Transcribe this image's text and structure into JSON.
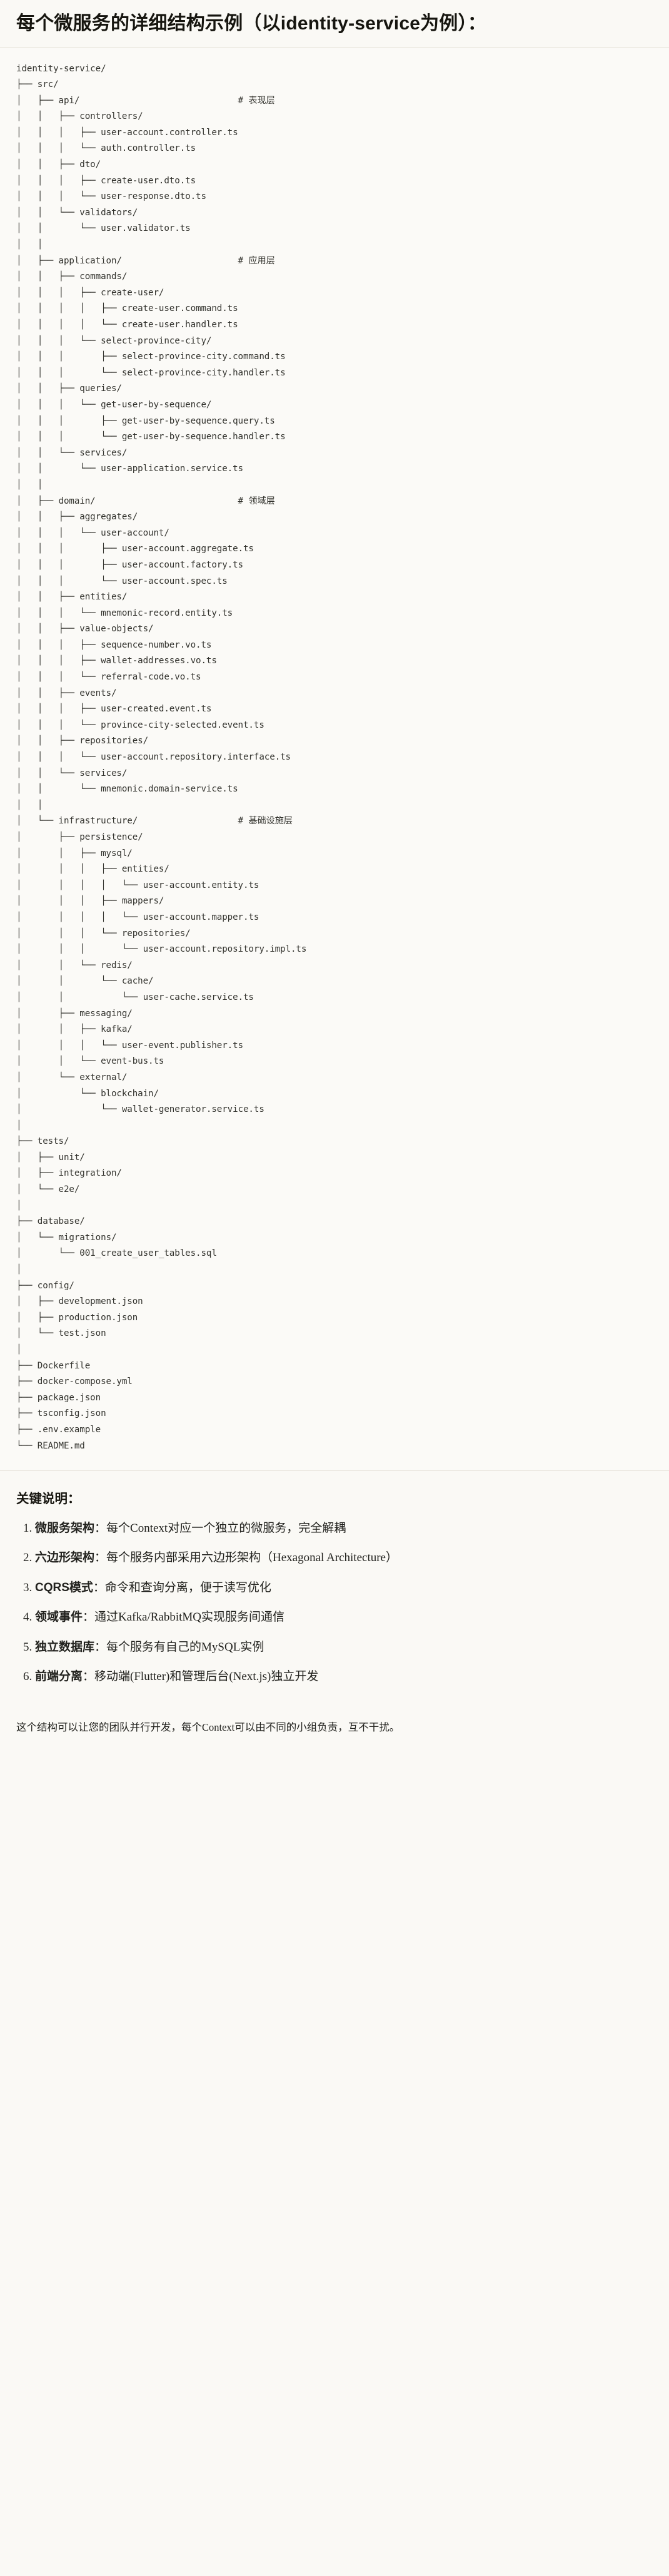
{
  "heading": "每个微服务的详细结构示例（以identity-service为例）：",
  "tree": {
    "root": "identity-service/",
    "text": "identity-service/\n├── src/\n│   ├── api/                              # 表现层\n│   │   ├── controllers/\n│   │   │   ├── user-account.controller.ts\n│   │   │   └── auth.controller.ts\n│   │   ├── dto/\n│   │   │   ├── create-user.dto.ts\n│   │   │   └── user-response.dto.ts\n│   │   └── validators/\n│   │       └── user.validator.ts\n│   │\n│   ├── application/                      # 应用层\n│   │   ├── commands/\n│   │   │   ├── create-user/\n│   │   │   │   ├── create-user.command.ts\n│   │   │   │   └── create-user.handler.ts\n│   │   │   └── select-province-city/\n│   │   │       ├── select-province-city.command.ts\n│   │   │       └── select-province-city.handler.ts\n│   │   ├── queries/\n│   │   │   └── get-user-by-sequence/\n│   │   │       ├── get-user-by-sequence.query.ts\n│   │   │       └── get-user-by-sequence.handler.ts\n│   │   └── services/\n│   │       └── user-application.service.ts\n│   │\n│   ├── domain/                           # 领域层\n│   │   ├── aggregates/\n│   │   │   └── user-account/\n│   │   │       ├── user-account.aggregate.ts\n│   │   │       ├── user-account.factory.ts\n│   │   │       └── user-account.spec.ts\n│   │   ├── entities/\n│   │   │   └── mnemonic-record.entity.ts\n│   │   ├── value-objects/\n│   │   │   ├── sequence-number.vo.ts\n│   │   │   ├── wallet-addresses.vo.ts\n│   │   │   └── referral-code.vo.ts\n│   │   ├── events/\n│   │   │   ├── user-created.event.ts\n│   │   │   └── province-city-selected.event.ts\n│   │   ├── repositories/\n│   │   │   └── user-account.repository.interface.ts\n│   │   └── services/\n│   │       └── mnemonic.domain-service.ts\n│   │\n│   └── infrastructure/                   # 基础设施层\n│       ├── persistence/\n│       │   ├── mysql/\n│       │   │   ├── entities/\n│       │   │   │   └── user-account.entity.ts\n│       │   │   ├── mappers/\n│       │   │   │   └── user-account.mapper.ts\n│       │   │   └── repositories/\n│       │   │       └── user-account.repository.impl.ts\n│       │   └── redis/\n│       │       └── cache/\n│       │           └── user-cache.service.ts\n│       ├── messaging/\n│       │   ├── kafka/\n│       │   │   └── user-event.publisher.ts\n│       │   └── event-bus.ts\n│       └── external/\n│           └── blockchain/\n│               └── wallet-generator.service.ts\n│\n├── tests/\n│   ├── unit/\n│   ├── integration/\n│   └── e2e/\n│\n├── database/\n│   └── migrations/\n│       └── 001_create_user_tables.sql\n│\n├── config/\n│   ├── development.json\n│   ├── production.json\n│   └── test.json\n│\n├── Dockerfile\n├── docker-compose.yml\n├── package.json\n├── tsconfig.json\n├── .env.example\n└── README.md",
    "layer_comments": [
      "# 表现层",
      "# 应用层",
      "# 领域层",
      "# 基础设施层"
    ]
  },
  "keypoints": {
    "title": "关键说明：",
    "items": [
      {
        "term": "微服务架构",
        "sep": "：",
        "desc": "每个Context对应一个独立的微服务，完全解耦"
      },
      {
        "term": "六边形架构",
        "sep": "：",
        "desc": "每个服务内部采用六边形架构（Hexagonal Architecture）"
      },
      {
        "term": "CQRS模式",
        "sep": "：",
        "desc": "命令和查询分离，便于读写优化"
      },
      {
        "term": "领域事件",
        "sep": "：",
        "desc": "通过Kafka/RabbitMQ实现服务间通信"
      },
      {
        "term": "独立数据库",
        "sep": "：",
        "desc": "每个服务有自己的MySQL实例"
      },
      {
        "term": "前端分离",
        "sep": "：",
        "desc": "移动端(Flutter)和管理后台(Next.js)独立开发"
      }
    ]
  },
  "closing": "这个结构可以让您的团队并行开发，每个Context可以由不同的小组负责，互不干扰。"
}
